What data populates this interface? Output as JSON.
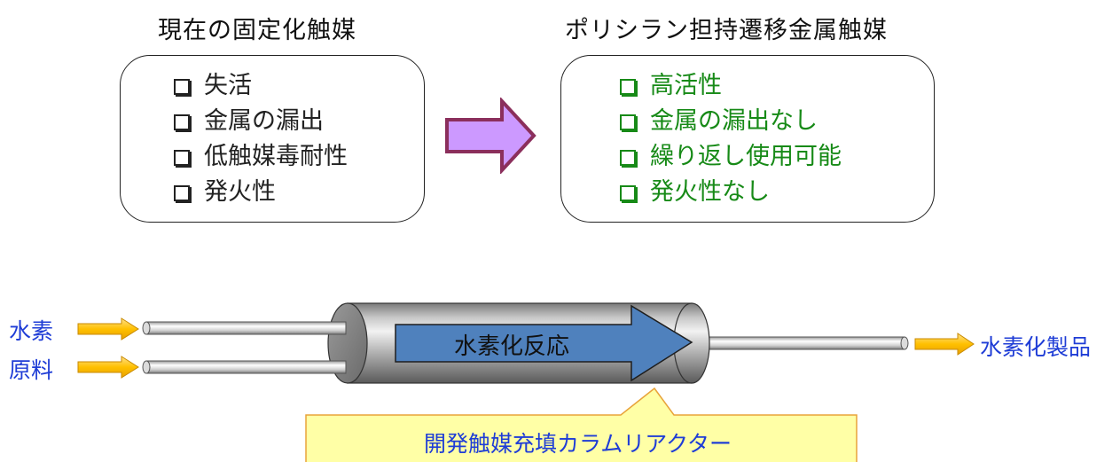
{
  "left_panel": {
    "title": "現在の固定化触媒",
    "items": [
      "失活",
      "金属の漏出",
      "低触媒毒耐性",
      "発火性"
    ]
  },
  "right_panel": {
    "title": "ポリシラン担持遷移金属触媒",
    "items": [
      "高活性",
      "金属の漏出なし",
      "繰り返し使用可能",
      "発火性なし"
    ]
  },
  "reactor": {
    "input_hydrogen": "水素",
    "input_feed": "原料",
    "process": "水素化反応",
    "output": "水素化製品",
    "callout": "開発触媒充填カラムリアクター"
  },
  "colors": {
    "transition_arrow": "#cc99ff",
    "transition_arrow_border": "#8b2f5c",
    "process_arrow": "#4f81bd",
    "label_blue": "#1f3dd6",
    "improvement_green": "#178a17",
    "small_arrow": "#ffc000",
    "callout_fill": "#ffffa6",
    "callout_border": "#e8a33a"
  }
}
